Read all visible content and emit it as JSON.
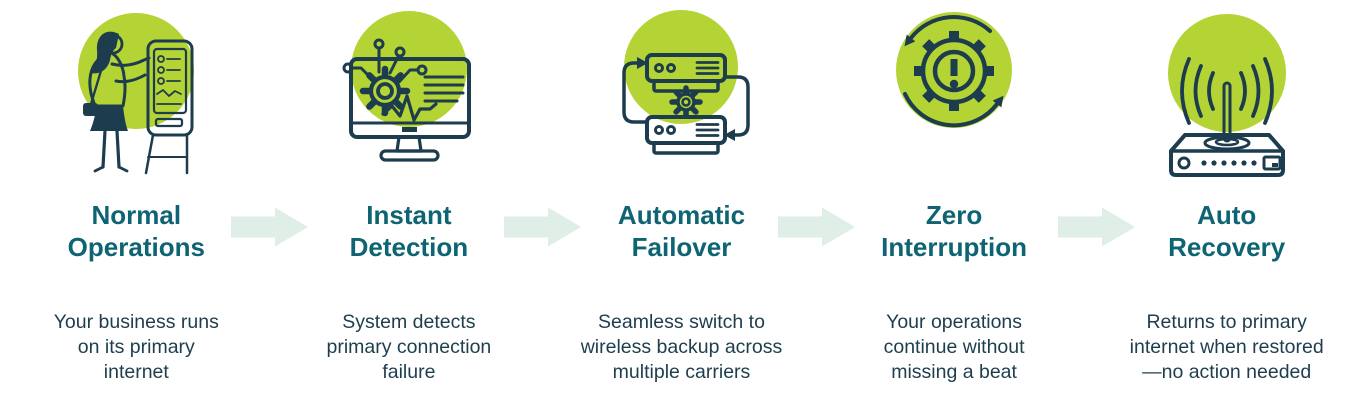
{
  "diagram": {
    "type": "process-flow",
    "background": "#ffffff",
    "colors": {
      "circle_green": "#b4d334",
      "icon_line": "#1d3c4e",
      "title_teal": "#0e6473",
      "body_text": "#1e3d4d",
      "arrow_mint": "#dfeee6"
    },
    "arrows": {
      "count": 4,
      "direction": "right"
    },
    "steps": [
      {
        "icon": "person-kiosk-icon",
        "title": "Normal\nOperations",
        "description": "Your business runs\non its primary\ninternet"
      },
      {
        "icon": "monitor-gear-icon",
        "title": "Instant\nDetection",
        "description": "System detects\nprimary connection\nfailure"
      },
      {
        "icon": "failover-routers-icon",
        "title": "Automatic\nFailover",
        "description": "Seamless switch to\nwireless backup across\nmultiple carriers"
      },
      {
        "icon": "gear-alert-icon",
        "title": "Zero\nInterruption",
        "description": "Your operations\ncontinue without\nmissing a beat"
      },
      {
        "icon": "wifi-router-icon",
        "title": "Auto\nRecovery",
        "description": "Returns to primary\ninternet when restored\n—no action needed"
      }
    ]
  }
}
